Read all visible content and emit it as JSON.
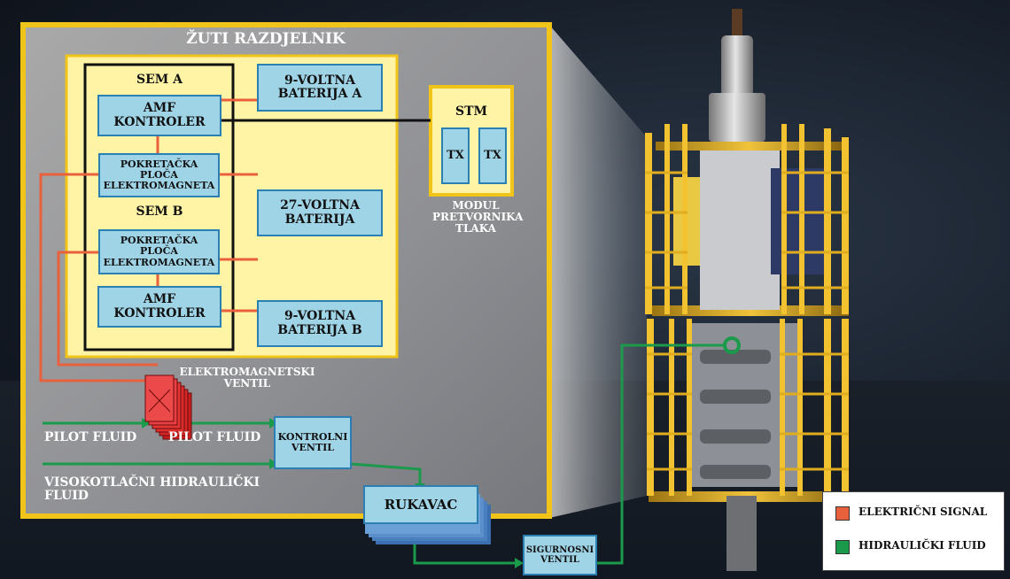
{
  "colors": {
    "electrical": "#e8603c",
    "hydraulic": "#1a9a4a",
    "yellow_panel": "#fff3a6",
    "frame": "#f0c419",
    "box_fill": "#9fd3e6",
    "box_border": "#2b7fb2"
  },
  "manifold": {
    "title": "ŽUTI RAZDJELNIK",
    "sem_a": "SEM A",
    "sem_b": "SEM B",
    "amf_controller_a": "AMF KONTROLER",
    "amf_controller_b": "AMF KONTROLER",
    "solenoid_board_a": "POKRETAČKA PLOČA ELEKTROMAGNETA",
    "solenoid_board_b": "POKRETAČKA PLOČA ELEKTROMAGNETA",
    "battery_9v_a": "9-VOLTNA BATERIJA A",
    "battery_27v": "27-VOLTNA BATERIJA",
    "battery_9v_b": "9-VOLTNA BATERIJA B"
  },
  "stm": {
    "title": "STM",
    "tx1": "TX",
    "tx2": "TX",
    "caption": "MODUL PRETVORNIKA TLAKA"
  },
  "hydraulics": {
    "solenoid_valve": "ELEKTROMAGNETSKI VENTIL",
    "pilot_fluid_in": "PILOT FLUID",
    "pilot_fluid_out": "PILOT FLUID",
    "control_valve": "KONTROLNI VENTIL",
    "hp_fluid": "VISOKOTLAČNI HIDRAULIČKI FLUID",
    "shuttle": "RUKAVAC",
    "safety_valve": "SIGURNOSNI VENTIL"
  },
  "legend": {
    "electrical": "ELEKTRIČNI SIGNAL",
    "hydraulic": "HIDRAULIČKI FLUID"
  }
}
